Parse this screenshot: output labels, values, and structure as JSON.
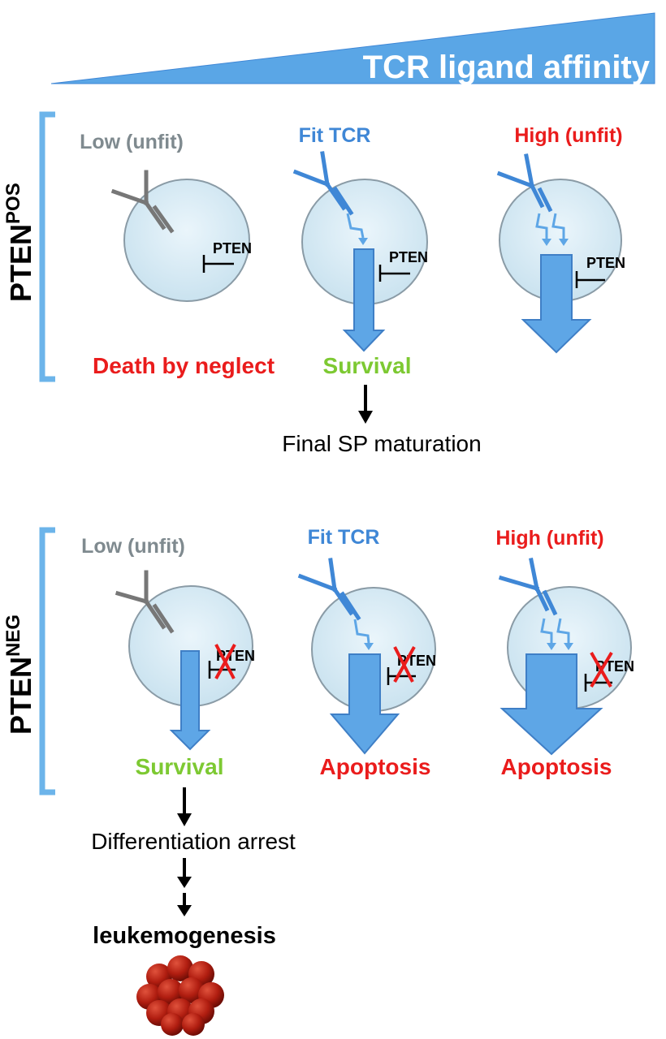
{
  "header": {
    "label": "TCR ligand affinity"
  },
  "colors": {
    "triangle": "#5aa6e6",
    "bracket": "#6cb4ea",
    "cell_fill": "#d6ebf5",
    "cell_stroke": "#8a9ba6",
    "tcr_blue": "#3f87d6",
    "tcr_gray": "#777777",
    "signal_arrow": "#5ea6e6",
    "signal_arrow_stroke": "#3f7fc6",
    "red": "#ea1c1c",
    "green": "#7dc932",
    "gray_text": "#7f8a8f",
    "blue_text": "#3f87d6",
    "tumor": "#b01d10"
  },
  "panels": [
    {
      "id": "pos",
      "side_label": "PTEN",
      "side_label_sup": "POS",
      "cells": [
        {
          "label": "Low (unfit)",
          "pten": "PTEN",
          "outcome": "Death by neglect"
        },
        {
          "label": "Fit TCR",
          "pten": "PTEN",
          "outcome": "Survival"
        },
        {
          "label": "High (unfit)",
          "pten": "PTEN",
          "outcome": ""
        }
      ],
      "next_step": "Final SP maturation"
    },
    {
      "id": "neg",
      "side_label": "PTEN",
      "side_label_sup": "NEG",
      "cells": [
        {
          "label": "Low (unfit)",
          "pten": "PTEN",
          "outcome": "Survival"
        },
        {
          "label": "Fit TCR",
          "pten": "PTEN",
          "outcome": "Apoptosis"
        },
        {
          "label": "High (unfit)",
          "pten": "PTEN",
          "outcome": "Apoptosis"
        }
      ],
      "steps": [
        "Differentiation arrest",
        "leukemogenesis"
      ]
    }
  ],
  "icons": {
    "tcr": "tcr-receptor-icon",
    "pten_inhibit": "inhibition-bar-icon",
    "pten_knockout": "red-x-icon",
    "tumor": "tumor-cluster-icon"
  }
}
